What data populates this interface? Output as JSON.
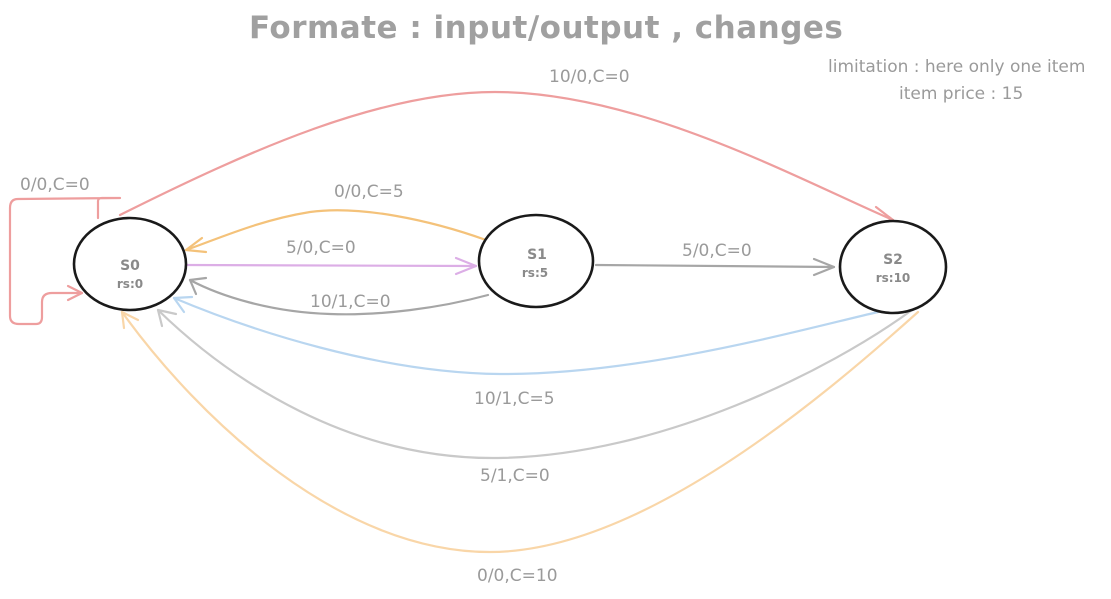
{
  "title": "Formate : input/output , changes",
  "notes": {
    "limitation": "limitation : here only one item",
    "price": "item price : 15"
  },
  "colors": {
    "node_stroke": "#1a1a1a",
    "label_text": "#9a9a9a",
    "red": "#ee9e9e",
    "orange": "#f4c27a",
    "lavender": "#dcaee6",
    "gray": "#a6a6a6",
    "blue": "#b9d6f0",
    "light_gray": "#c9c9c9",
    "peach": "#f9d6a8"
  },
  "states": {
    "s0": {
      "name": "S0",
      "sub": "rs:0"
    },
    "s1": {
      "name": "S1",
      "sub": "rs:5"
    },
    "s2": {
      "name": "S2",
      "sub": "rs:10"
    }
  },
  "transitions": {
    "s0_self": "0/0,C=0",
    "s0_s2": "10/0,C=0",
    "s1_s0_c5": "0/0,C=5",
    "s0_s1": "5/0,C=0",
    "s1_s2": "5/0,C=0",
    "s1_s0_10": "10/1,C=0",
    "s2_s0_10": "10/1,C=5",
    "s2_s0_5": "5/1,C=0",
    "s2_s0_0": "0/0,C=10"
  }
}
